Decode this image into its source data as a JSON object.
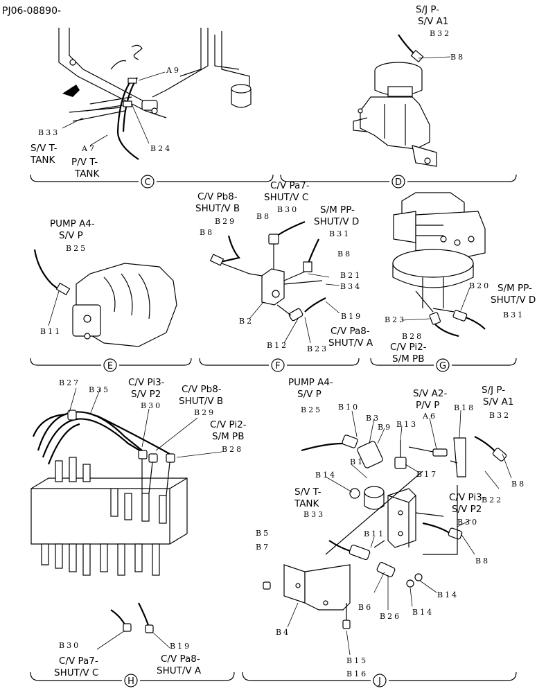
{
  "diagram_id": "PJ06-08890-",
  "sections": {
    "c": "C",
    "d": "D",
    "e": "E",
    "f": "F",
    "g": "G",
    "h": "H",
    "j": "J"
  },
  "c": {
    "a9": "A9",
    "b24": "B24",
    "b33": "B33",
    "a7": "A7",
    "sv_t_1": "S/V T-",
    "sv_t_2": "TANK",
    "pv_t_1": "P/V T-",
    "pv_t_2": "TANK"
  },
  "d": {
    "title1": "S/J P-",
    "title2": "S/V A1",
    "b32": "B32",
    "b8": "B8"
  },
  "e": {
    "title1": "PUMP A4-",
    "title2": "S/V P",
    "b25": "B25",
    "b11": "B11"
  },
  "f": {
    "pb8_1": "C/V Pb8-",
    "pb8_2": "SHUT/V B",
    "pa7_1": "C/V Pa7-",
    "pa7_2": "SHUT/V C",
    "smpp_1": "S/M PP-",
    "smpp_2": "SHUT/V D",
    "pa8_1": "C/V Pa8-",
    "pa8_2": "SHUT/V A",
    "b29": "B29",
    "b30": "B30",
    "b8a": "B8",
    "b8b": "B8",
    "b8c": "B8",
    "b31": "B31",
    "b21": "B21",
    "b34": "B34",
    "b19": "B19",
    "b2": "B2",
    "b12": "B12",
    "b23": "B23"
  },
  "g": {
    "b20": "B20",
    "smpp_1": "S/M PP-",
    "smpp_2": "SHUT/V D",
    "b23": "B23",
    "b31": "B31",
    "b28": "B28",
    "pi2_1": "C/V Pi2-",
    "pi2_2": "S/M PB"
  },
  "h": {
    "b27": "B27",
    "b35": "B35",
    "pi3_1": "C/V Pi3-",
    "pi3_2": "S/V P2",
    "pb8_1": "C/V Pb8-",
    "pb8_2": "SHUT/V B",
    "pi2_1": "C/V Pi2-",
    "pi2_2": "S/M PB",
    "b30": "B30",
    "b29": "B29",
    "b28": "B28",
    "b30b": "B30",
    "b19": "B19",
    "pa7_1": "C/V Pa7-",
    "pa7_2": "SHUT/V C",
    "pa8_1": "C/V Pa8-",
    "pa8_2": "SHUT/V A"
  },
  "j": {
    "pump_1": "PUMP A4-",
    "pump_2": "S/V P",
    "a2_1": "S/V A2-",
    "a2_2": "P/V P",
    "sjp_1": "S/J P-",
    "sjp_2": "S/V A1",
    "b25": "B25",
    "b10": "B10",
    "b3": "B3",
    "b9": "B9",
    "b13": "B13",
    "a6": "A6",
    "b18": "B18",
    "b32": "B32",
    "b1": "B1",
    "b17": "B17",
    "b8a": "B8",
    "b14a": "B14",
    "svt_1": "S/V T-",
    "svt_2": "TANK",
    "b22": "B22",
    "pi3_1": "C/V Pi3-",
    "pi3_2": "S/V P2",
    "b33": "B33",
    "b11": "B11",
    "b30": "B30",
    "b5": "B5",
    "b7": "B7",
    "b8b": "B8",
    "b6": "B6",
    "b26": "B26",
    "b14b": "B14",
    "b14c": "B14",
    "b4": "B4",
    "b15": "B15",
    "b16": "B16"
  }
}
